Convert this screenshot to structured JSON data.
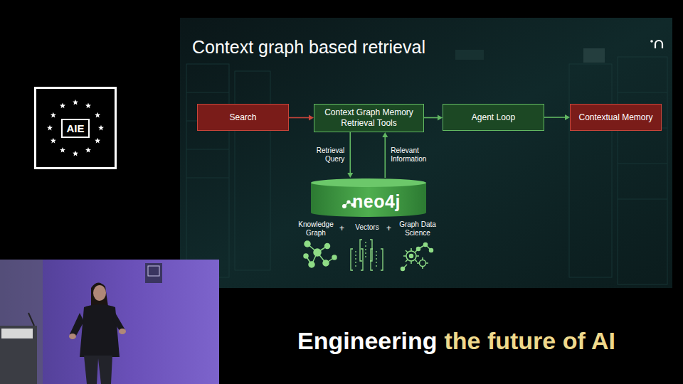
{
  "diagram": {
    "title": "Context graph based retrieval",
    "nodes": [
      {
        "text": [
          "Search"
        ]
      },
      {
        "text": [
          "Context Graph Memory Retrieval Tools"
        ]
      },
      {
        "text": [
          "Agent Loop"
        ]
      },
      {
        "text": [
          "Contextual Memory"
        ]
      },
      {
        "text": [
          "neo4j"
        ]
      },
      {
        "text": [
          "AIE"
        ]
      }
    ],
    "edges": [
      {
        "from": 0,
        "to": 1,
        "arrow": "to"
      },
      {
        "from": 1,
        "to": 2,
        "arrow": "to"
      },
      {
        "from": 2,
        "to": 3,
        "arrow": "to"
      },
      {
        "from": 1,
        "to": 4,
        "label": "Retrieval Query",
        "arrow": "to"
      },
      {
        "from": 4,
        "to": 1,
        "label": "Relevant Information",
        "arrow": "to"
      }
    ],
    "labels": [
      "Knowledge Graph",
      "+",
      "Vectors",
      "+",
      "Graph Data Science",
      "Engineering",
      "the future of AI"
    ]
  }
}
